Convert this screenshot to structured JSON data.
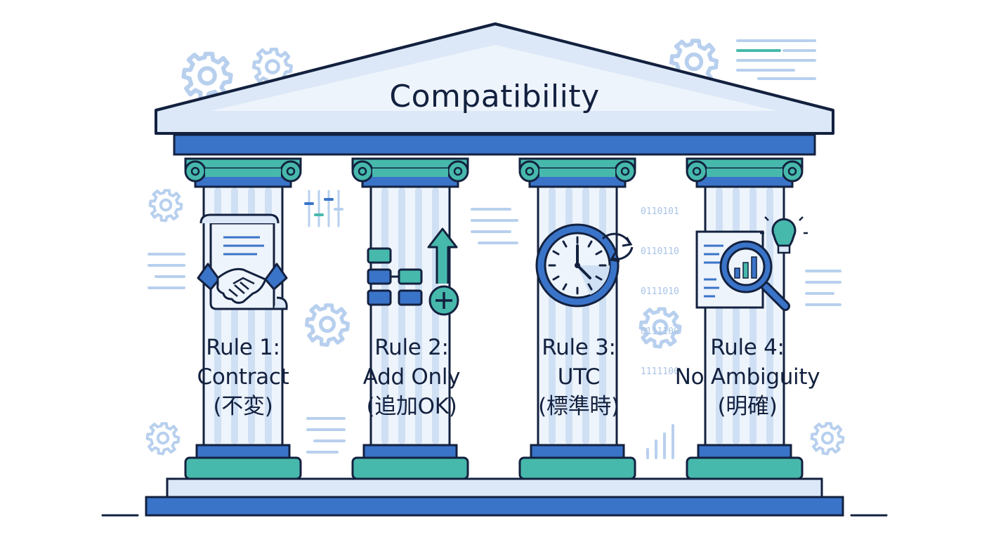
{
  "title": "Compatibility",
  "colors": {
    "outline": "#13213f",
    "blue": "#3a74c9",
    "teal": "#47b9ac",
    "pale_blue": "#dce8f7",
    "light_blue": "#a9c4e6"
  },
  "binary_lines": [
    "0110101",
    "0110110",
    "0111010",
    "0111100",
    "1111100"
  ],
  "rules": [
    {
      "heading": "Rule 1:",
      "name": "Contract",
      "note": "(不変)",
      "icon": "contract-handshake-icon"
    },
    {
      "heading": "Rule 2:",
      "name": "Add Only",
      "note": "(追加OK)",
      "icon": "add-blocks-icon"
    },
    {
      "heading": "Rule 3:",
      "name": "UTC",
      "note": "(標準時)",
      "icon": "utc-clock-icon"
    },
    {
      "heading": "Rule 4:",
      "name": "No Ambiguity",
      "note": "(明確)",
      "icon": "magnifier-insight-icon"
    }
  ]
}
